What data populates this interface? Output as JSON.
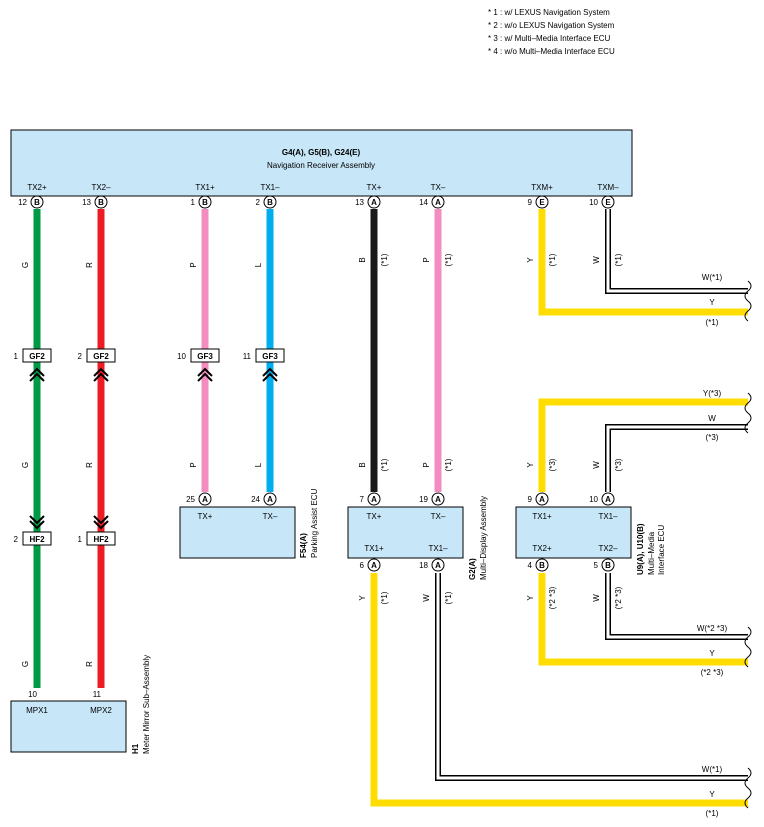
{
  "notes": [
    "* 1 : w/ LEXUS Navigation System",
    "* 2 : w/o LEXUS Navigation System",
    "* 3 : w/ Multi–Media Interface ECU",
    "* 4 : w/o Multi–Media Interface ECU"
  ],
  "colors": {
    "G": "#009a44",
    "R": "#ed1c24",
    "P": "#f38cbf",
    "L": "#00aeef",
    "B": "#1a1a1a",
    "Y": "#ffdd00",
    "box": "#c7e6f7"
  },
  "nav": {
    "title": "G4(A), G5(B), G24(E)",
    "subtitle": "Navigation Receiver Assembly",
    "pins": [
      {
        "name": "TX2+",
        "num": "12",
        "conn": "B"
      },
      {
        "name": "TX2–",
        "num": "13",
        "conn": "B"
      },
      {
        "name": "TX1+",
        "num": "1",
        "conn": "B"
      },
      {
        "name": "TX1–",
        "num": "2",
        "conn": "B"
      },
      {
        "name": "TX+",
        "num": "13",
        "conn": "A"
      },
      {
        "name": "TX–",
        "num": "14",
        "conn": "A"
      },
      {
        "name": "TXM+",
        "num": "9",
        "conn": "E"
      },
      {
        "name": "TXM–",
        "num": "10",
        "conn": "E"
      }
    ]
  },
  "wires": {
    "g": "G",
    "r": "R",
    "p": "P",
    "l": "L",
    "b": "B",
    "y": "Y",
    "w": "W",
    "note1": "(*1)",
    "note3": "(*3)",
    "note23": "(*2 *3)"
  },
  "junctions": {
    "gf2_a": {
      "pin": "1",
      "name": "GF2"
    },
    "gf2_b": {
      "pin": "2",
      "name": "GF2"
    },
    "gf3_a": {
      "pin": "10",
      "name": "GF3"
    },
    "gf3_b": {
      "pin": "11",
      "name": "GF3"
    },
    "hf2_a": {
      "pin": "2",
      "name": "HF2"
    },
    "hf2_b": {
      "pin": "1",
      "name": "HF2"
    }
  },
  "parking": {
    "id": "F54(A)",
    "name": "Parking Assist ECU",
    "pins": [
      {
        "num": "25",
        "conn": "A",
        "name": "TX+"
      },
      {
        "num": "24",
        "conn": "A",
        "name": "TX–"
      }
    ]
  },
  "multidisplay": {
    "id": "G2(A)",
    "name": "Multi–Display Assembly",
    "top_pins": [
      {
        "num": "7",
        "conn": "A",
        "name": "TX+"
      },
      {
        "num": "19",
        "conn": "A",
        "name": "TX–"
      }
    ],
    "bottom_pins": [
      {
        "num": "6",
        "conn": "A",
        "name": "TX1+"
      },
      {
        "num": "18",
        "conn": "A",
        "name": "TX1–"
      }
    ]
  },
  "mmi": {
    "id": "U9(A), U10(B)",
    "name1": "Multi–Media",
    "name2": "Interface ECU",
    "top_pins": [
      {
        "num": "9",
        "conn": "A",
        "name": "TX1+"
      },
      {
        "num": "10",
        "conn": "A",
        "name": "TX1–"
      }
    ],
    "bottom_pins": [
      {
        "num": "4",
        "conn": "B",
        "name": "TX2+"
      },
      {
        "num": "5",
        "conn": "B",
        "name": "TX2–"
      }
    ]
  },
  "meter": {
    "id": "H1",
    "name": "Meter Mirror Sub–Assembly",
    "pins": [
      {
        "num": "10",
        "name": "MPX1"
      },
      {
        "num": "11",
        "name": "MPX2"
      }
    ]
  },
  "right_labels": {
    "txm_w": "W(*1)",
    "txm_y": "Y",
    "txm_note": "(*1)",
    "mmi_top_y": "Y(*3)",
    "mmi_top_w": "W",
    "mmi_top_note": "(*3)",
    "mmi_bot_w": "W(*2 *3)",
    "mmi_bot_y": "Y",
    "mmi_bot_note": "(*2 *3)",
    "md_w": "W(*1)",
    "md_y": "Y",
    "md_note": "(*1)"
  }
}
